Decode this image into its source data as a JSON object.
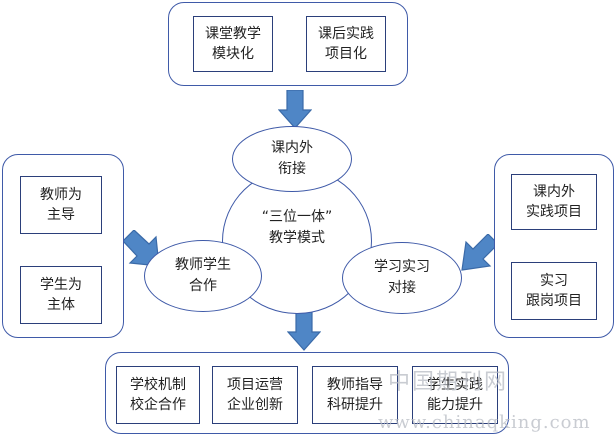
{
  "groups": {
    "top": {
      "boxes": [
        "课堂教学\n模块化",
        "课后实践\n项目化"
      ]
    },
    "left": {
      "boxes": [
        "教师为\n主导",
        "学生为\n主体"
      ]
    },
    "right": {
      "boxes": [
        "课内外\n实践项目",
        "实习\n跟岗项目"
      ]
    },
    "bottom": {
      "boxes": [
        "学校机制\n校企合作",
        "项目运营\n企业创新",
        "教师指导\n科研提升",
        "学生实践\n能力提升"
      ]
    }
  },
  "center": {
    "title": "“三位一体”\n教学模式",
    "top": "课内外\n衔接",
    "left": "教师学生\n合作",
    "right": "学习实习\n对接"
  },
  "watermark": {
    "cn": "中国期刊网",
    "url": "www.chinaqking.com"
  },
  "colors": {
    "border": "#3f5aa8",
    "arrow": "#4f86c6",
    "arrow_stroke": "#3a6aa8"
  }
}
